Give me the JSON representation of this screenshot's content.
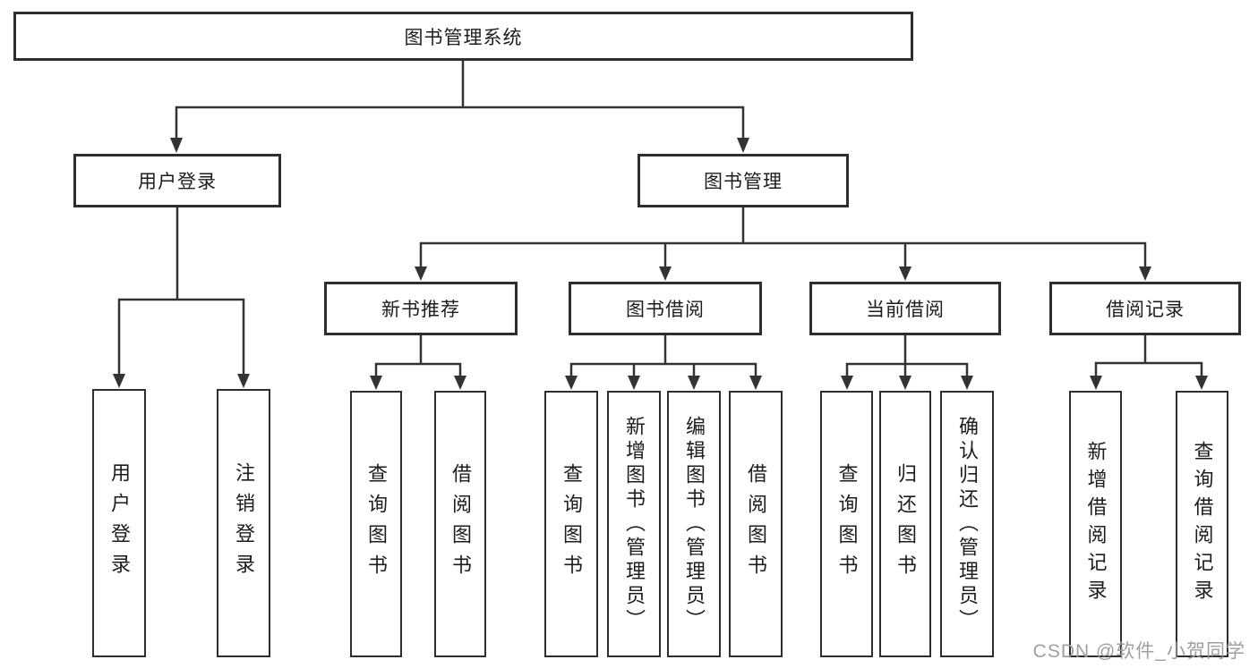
{
  "nodes": {
    "root": {
      "label": "图书管理系统"
    },
    "branches": [
      {
        "label": "用户登录",
        "children": [
          {
            "label": "用户登录"
          },
          {
            "label": "注销登录"
          }
        ]
      },
      {
        "label": "图书管理",
        "children": [
          {
            "label": "新书推荐",
            "children": [
              {
                "label": "查询图书"
              },
              {
                "label": "借阅图书"
              }
            ]
          },
          {
            "label": "图书借阅",
            "children": [
              {
                "label": "查询图书"
              },
              {
                "label": "新增图书（管理员）"
              },
              {
                "label": "编辑图书（管理员）"
              },
              {
                "label": "借阅图书"
              }
            ]
          },
          {
            "label": "当前借阅",
            "children": [
              {
                "label": "查询图书"
              },
              {
                "label": "归还图书"
              },
              {
                "label": "确认归还（管理员）"
              }
            ]
          },
          {
            "label": "借阅记录",
            "children": [
              {
                "label": "新增借阅记录"
              },
              {
                "label": "查询借阅记录"
              }
            ]
          }
        ]
      }
    ]
  },
  "watermark": {
    "text": "CSDN @软件_小贺同学"
  },
  "colors": {
    "line": "#333333",
    "box_border": "#2e2e2e",
    "text": "#1c1c1c",
    "watermark": "#9a9a9a",
    "background": "#ffffff"
  }
}
